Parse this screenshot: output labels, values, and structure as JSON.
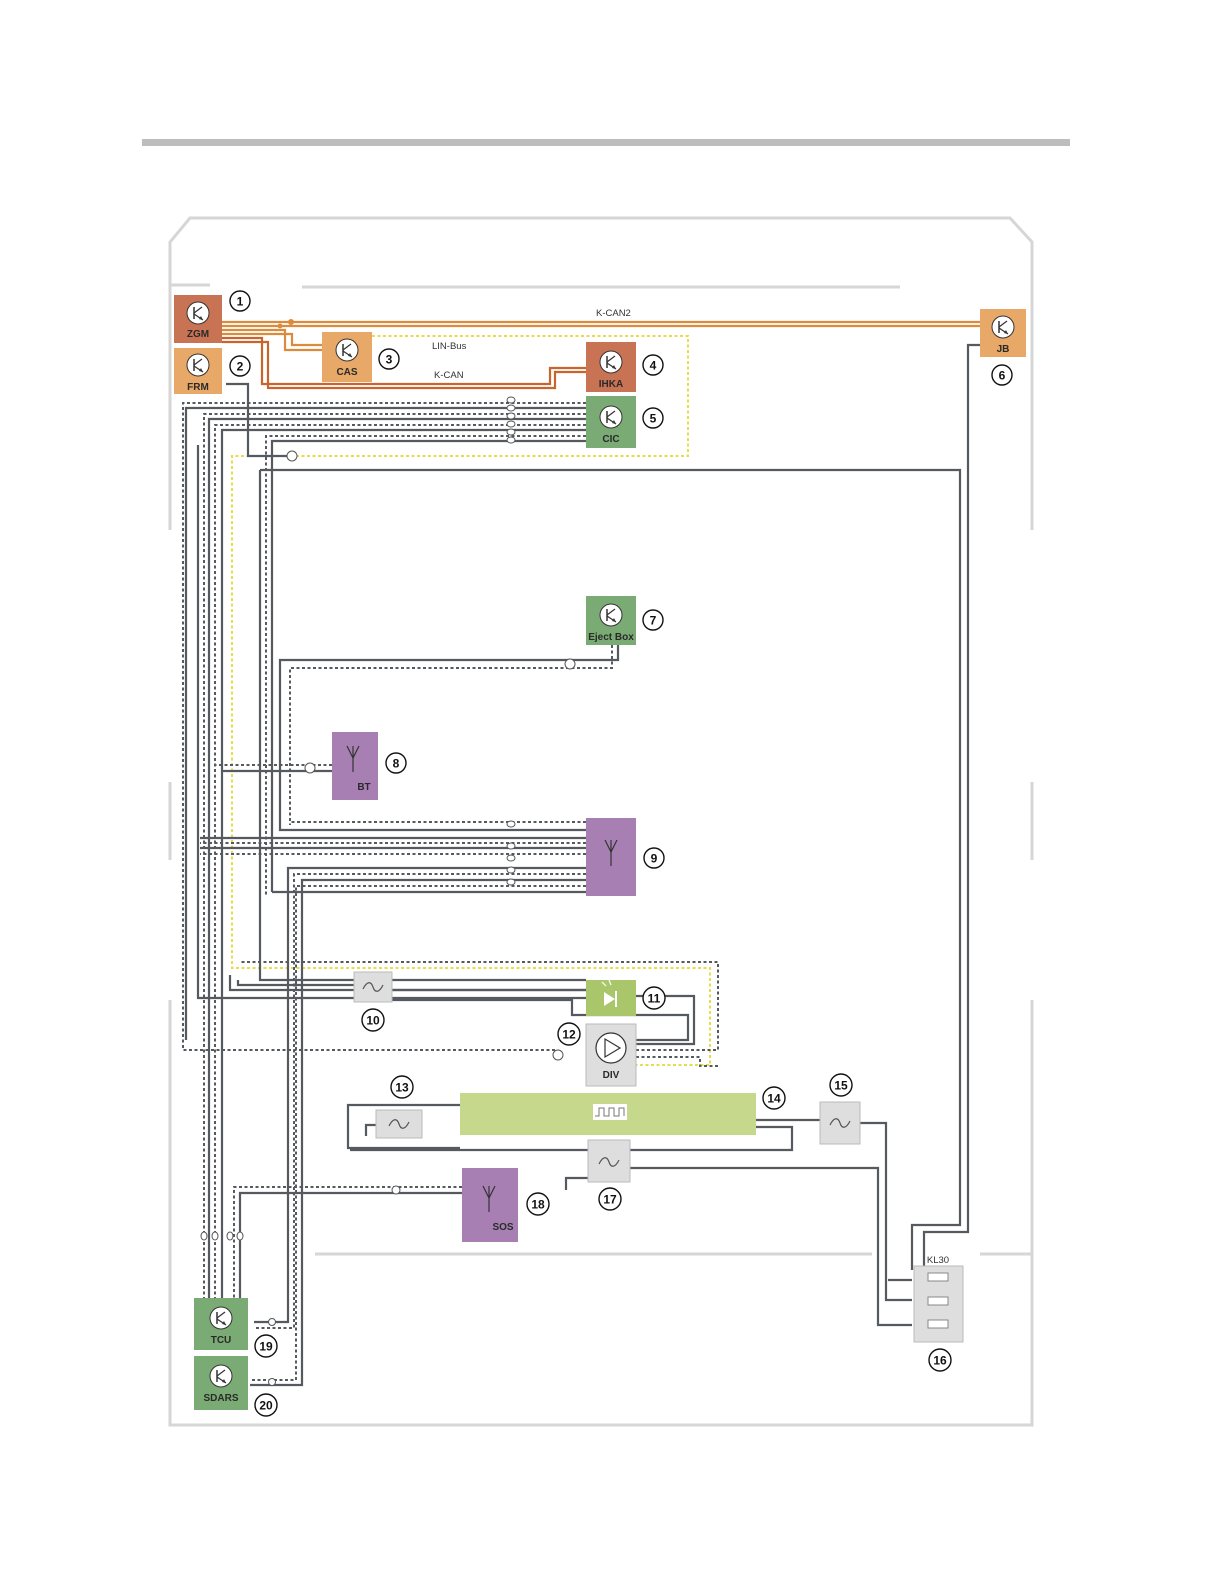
{
  "buses": {
    "kcan2": "K-CAN2",
    "linbus": "LIN-Bus",
    "kcan": "K-CAN"
  },
  "modules": {
    "zgm": {
      "label": "ZGM",
      "number": "1"
    },
    "frm": {
      "label": "FRM",
      "number": "2"
    },
    "cas": {
      "label": "CAS",
      "number": "3"
    },
    "ihka": {
      "label": "IHKA",
      "number": "4"
    },
    "cic": {
      "label": "CIC",
      "number": "5"
    },
    "jb": {
      "label": "JB",
      "number": "6"
    },
    "ejectbox": {
      "label": "Eject Box",
      "number": "7"
    },
    "bt": {
      "label": "BT",
      "number": "8"
    },
    "antenna9": {
      "label": "",
      "number": "9"
    },
    "filter10": {
      "label": "",
      "number": "10"
    },
    "led11": {
      "label": "",
      "number": "11"
    },
    "div": {
      "label": "DIV",
      "number": "12"
    },
    "filter13": {
      "label": "",
      "number": "13"
    },
    "bar14": {
      "label": "",
      "number": "14"
    },
    "filter15": {
      "label": "",
      "number": "15"
    },
    "kl30": {
      "label": "KL30",
      "number": "16"
    },
    "filter17": {
      "label": "",
      "number": "17"
    },
    "sos": {
      "label": "SOS",
      "number": "18"
    },
    "tcu": {
      "label": "TCU",
      "number": "19"
    },
    "sdars": {
      "label": "SDARS",
      "number": "20"
    }
  },
  "colors": {
    "ecu_orange": "#e8a868",
    "ecu_red": "#c97355",
    "ecu_green": "#7bab74",
    "antenna_purple": "#a77fb3",
    "lime_bar": "#c5d88c",
    "led_green": "#a9c66b",
    "filter_gray": "#dedede",
    "can_orange": "#dc8a3c",
    "lin_yellow": "#e3de4a"
  }
}
